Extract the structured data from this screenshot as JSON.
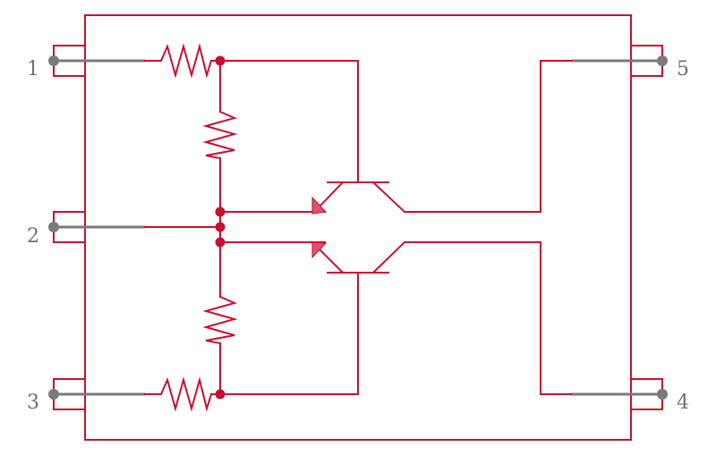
{
  "colors": {
    "wire": "#c8102e",
    "pin": "#7a7a7a",
    "label": "#707070",
    "arrow_fill": "#d9546a"
  },
  "component": {
    "type": "dual-transistor-with-bias-resistors",
    "resistor_count": 4,
    "transistor_count": 2
  },
  "pins": [
    {
      "number": "1"
    },
    {
      "number": "2"
    },
    {
      "number": "3"
    },
    {
      "number": "4"
    },
    {
      "number": "5"
    }
  ]
}
